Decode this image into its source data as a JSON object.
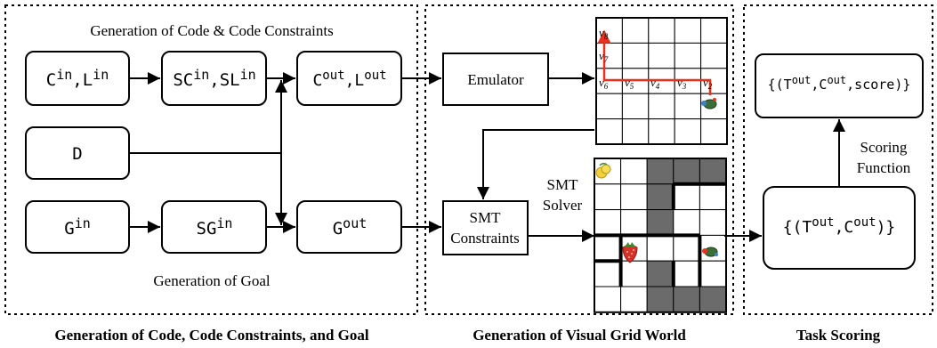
{
  "panels": {
    "left": {
      "caption": "Generation of Code, Code Constraints, and Goal",
      "top_label": "Generation of Code & Code Constraints",
      "bottom_label": "Generation of Goal"
    },
    "middle": {
      "caption": "Generation of Visual Grid World"
    },
    "right": {
      "caption": "Task Scoring"
    }
  },
  "boxes": {
    "cin_lin": {
      "p1": "C",
      "s1": "in",
      "sep": ",",
      "p2": "L",
      "s2": "in"
    },
    "scin_slin": {
      "p1": "SC",
      "s1": "in",
      "sep": ",",
      "p2": "SL",
      "s2": "in"
    },
    "cout_lout": {
      "p1": "C",
      "s1": "out",
      "sep": ",",
      "p2": "L",
      "s2": "out"
    },
    "d": {
      "text": "D"
    },
    "gin": {
      "p1": "G",
      "s1": "in"
    },
    "sgin": {
      "p1": "SG",
      "s1": "in"
    },
    "gout": {
      "p1": "G",
      "s1": "out"
    },
    "emulator": {
      "text": "Emulator"
    },
    "smt_constraints": {
      "line1": "SMT",
      "line2": "Constraints"
    },
    "tout_cout": {
      "open": "{(",
      "p1": "T",
      "s1": "out",
      "sep": ",",
      "p2": "C",
      "s2": "out",
      "close": ")}"
    },
    "score_set": {
      "open": "{(",
      "p1": "T",
      "s1": "out",
      "sep1": ",",
      "p2": "C",
      "s2": "out",
      "sep2": ",",
      "p3": "score",
      "close": ")}"
    }
  },
  "edge_labels": {
    "smt_solver": {
      "line1": "SMT",
      "line2": "Solver"
    },
    "scoring_function": {
      "line1": "Scoring",
      "line2": "Function"
    }
  },
  "top_grid": {
    "path_labels": [
      {
        "base": "v",
        "sub": "8"
      },
      {
        "base": "v",
        "sub": "7"
      },
      {
        "base": "v",
        "sub": "6"
      },
      {
        "base": "v",
        "sub": "5"
      },
      {
        "base": "v",
        "sub": "4"
      },
      {
        "base": "v",
        "sub": "3"
      },
      {
        "base": "v",
        "sub": "2"
      }
    ],
    "path_color": "#e8301c"
  },
  "bottom_grid": {
    "dark_color": "#6b6b6b"
  },
  "icons": [
    "lemon-icon",
    "strawberry-icon",
    "turtle-icon"
  ]
}
